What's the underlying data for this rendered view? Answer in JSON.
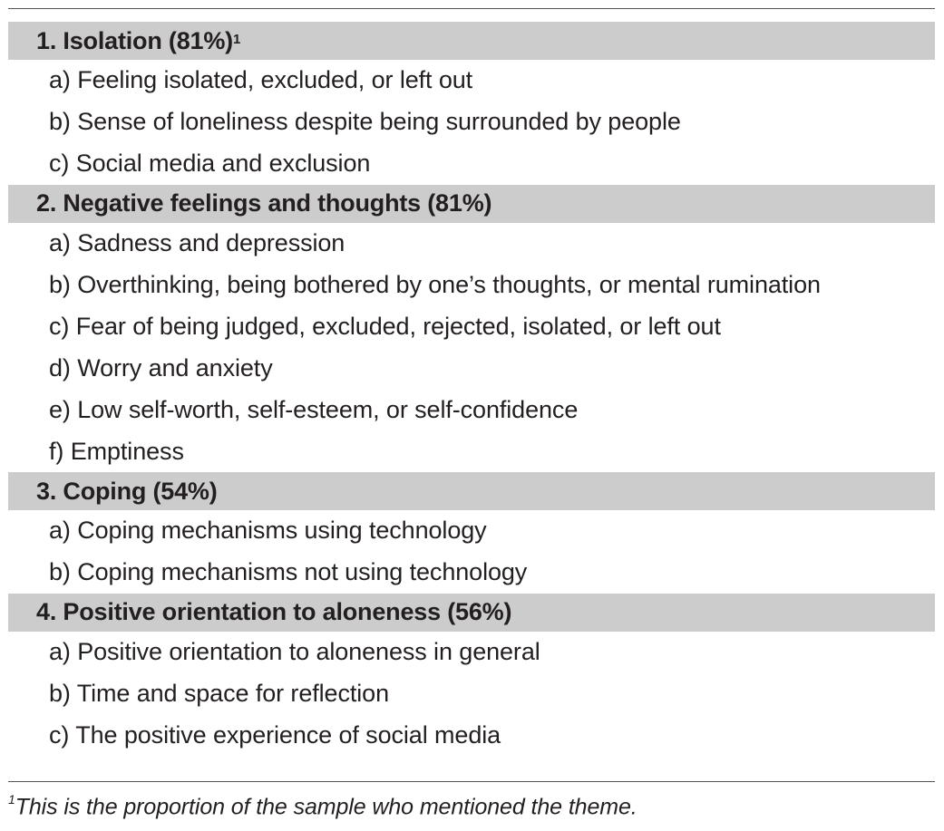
{
  "themes": [
    {
      "label": "1. Isolation (81%)",
      "footnote_marker": "1",
      "items": [
        "a) Feeling isolated, excluded, or left out",
        "b) Sense of loneliness despite being surrounded by people",
        "c) Social media and exclusion"
      ]
    },
    {
      "label": "2. Negative feelings and thoughts (81%)",
      "items": [
        "a) Sadness and depression",
        "b) Overthinking, being bothered by one’s thoughts, or mental rumination",
        "c) Fear of being judged, excluded, rejected, isolated, or left out",
        "d) Worry and anxiety",
        "e) Low self-worth, self-esteem, or self-confidence",
        "f) Emptiness"
      ]
    },
    {
      "label": "3. Coping (54%)",
      "items": [
        "a) Coping mechanisms using technology",
        "b) Coping mechanisms not using technology"
      ]
    },
    {
      "label": "4. Positive orientation to aloneness (56%)",
      "items": [
        "a) Positive orientation to aloneness in general",
        "b) Time and space for reflection",
        "c) The positive experience of social media"
      ]
    }
  ],
  "footnote": {
    "marker": "1",
    "text": "This is the proportion of the sample who mentioned the theme."
  },
  "colors": {
    "header_band": "#cccccc",
    "text": "#231f20",
    "rule": "#555555"
  }
}
